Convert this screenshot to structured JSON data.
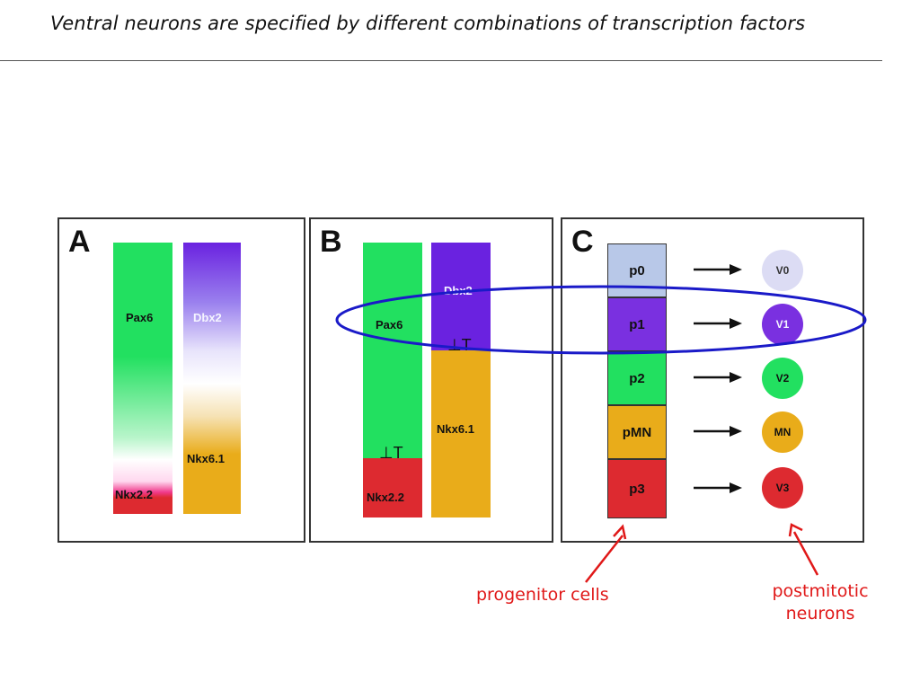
{
  "title": "Ventral neurons are specified by different combinations of transcription factors",
  "panels": {
    "a": {
      "letter": "A",
      "pax6": "Pax6",
      "dbx2": "Dbx2",
      "nkx61": "Nkx6.1",
      "nkx22": "Nkx2.2"
    },
    "b": {
      "letter": "B",
      "pax6": "Pax6",
      "dbx2": "Dbx2",
      "nkx61": "Nkx6.1",
      "nkx22": "Nkx2.2",
      "repression_symbol": "⊥T"
    },
    "c": {
      "letter": "C",
      "progenitors": [
        "p0",
        "p1",
        "p2",
        "pMN",
        "p3"
      ],
      "neurons": [
        "V0",
        "V1",
        "V2",
        "MN",
        "V3"
      ]
    }
  },
  "annotations": {
    "progenitor_label": "progenitor cells",
    "neuron_label_line1": "postmitotic",
    "neuron_label_line2": "neurons"
  },
  "colors": {
    "pax6": "#22e060",
    "dbx2": "#6a22e0",
    "nkx61": "#e9ac1a",
    "nkx22": "#dd2a30",
    "p0": "#b8c8e8",
    "v0": "#dcdcf4",
    "highlight": "#1a1ac8",
    "annotation": "#e01818"
  }
}
